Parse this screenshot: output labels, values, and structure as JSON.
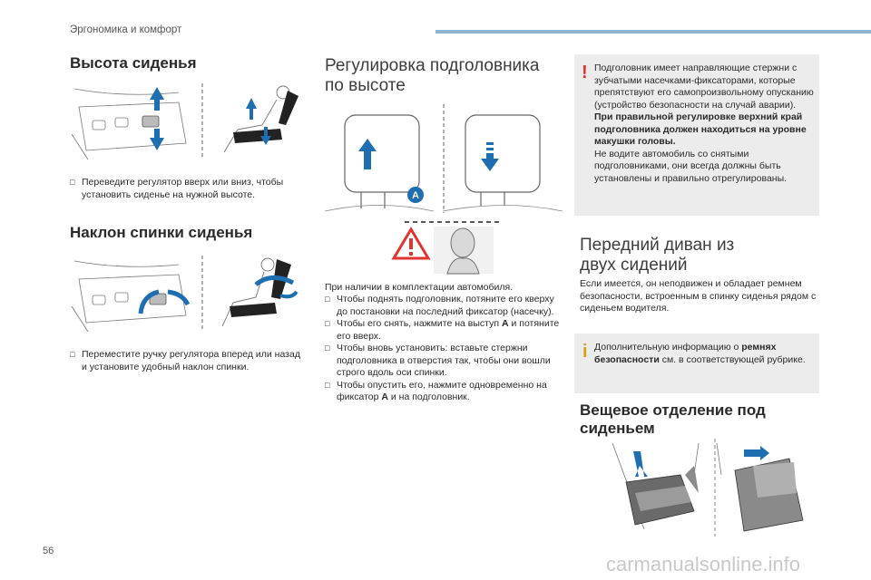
{
  "header": {
    "section": "Эргономика и комфорт"
  },
  "col1": {
    "seat_height_title": "Высота сиденья",
    "seat_height_text": "Переведите регулятор вверх или вниз, чтобы установить сиденье на нужной высоте.",
    "backrest_title": "Наклон спинки сиденья",
    "backrest_text": "Переместите ручку регулятора вперед или назад и установите удобный наклон спинки."
  },
  "col2": {
    "title_line1": "Регулировка подголовника",
    "title_line2": "по высоте",
    "label_a": "A",
    "intro": "При наличии в комплектации автомобиля.",
    "b1": "Чтобы поднять подголовник, потяните его кверху до постановки на последний фиксатор (насечку).",
    "b2_pre": "Чтобы его снять, нажмите на выступ ",
    "b2_bold": "A",
    "b2_post": " и потяните его вверх.",
    "b3": "Чтобы вновь установить: вставьте стержни подголовника в отверстия так, чтобы они вошли строго вдоль оси спинки.",
    "b4_pre": "Чтобы опустить его, нажмите одновременно на фиксатор ",
    "b4_bold": "A",
    "b4_post": " и на подголовник."
  },
  "col3": {
    "warn_text1": "Подголовник имеет направляющие стержни с зубчатыми насечками-фиксаторами, которые препятствуют его самопроизвольному опусканию (устройство безопасности на случай аварии).",
    "warn_bold": "При правильной регулировке верхний край подголовника должен находиться на уровне макушки головы.",
    "warn_text2": "Не водите автомобиль со снятыми подголовниками, они всегда должны быть установлены и правильно отрегулированы.",
    "bench_title_line1": "Передний диван из",
    "bench_title_line2": "двух сидений",
    "bench_text": "Если имеется, он неподвижен и обладает ремнем безопасности, встроенным в спинку сиденья рядом с сиденьем водителя.",
    "info_pre": "Дополнительную информацию о ",
    "info_bold": "ремнях безопасности",
    "info_post": " см. в соответствующей рубрике.",
    "storage_title_line1": "Вещевое отделение под",
    "storage_title_line2": "сиденьем"
  },
  "footer": {
    "page_number": "56",
    "watermark": "carmanualsonline.info"
  },
  "colors": {
    "arrow_blue": "#1e6fb2",
    "warn_red": "#e2332e",
    "info_yellow": "#d4a017",
    "box_gray": "#ececec",
    "header_bar": "#8fb3cf"
  }
}
